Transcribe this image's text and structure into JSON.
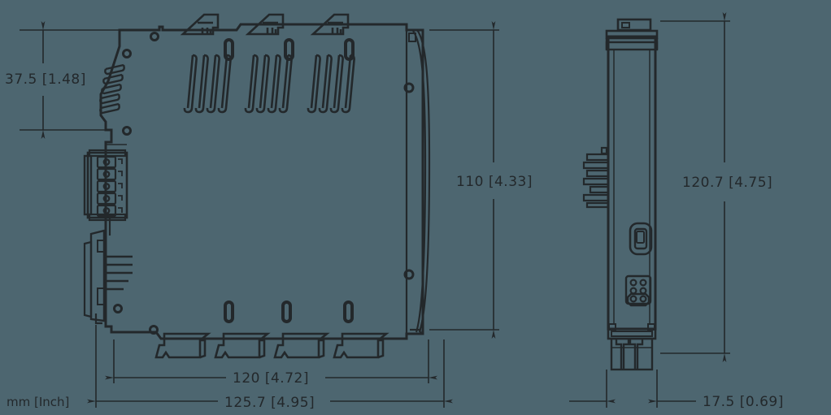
{
  "drawing": {
    "title": "Device Dimensional Drawing",
    "units_label": "mm [Inch]",
    "background_color": "#4d6670",
    "line_color": "#23282b",
    "views": [
      {
        "name": "front-view",
        "label": ""
      },
      {
        "name": "side-view",
        "label": ""
      }
    ]
  },
  "dimensions": {
    "front_top_height": "37.5 [1.48]",
    "front_body_height": "110 [4.33]",
    "front_inner_width": "120 [4.72]",
    "front_total_width": "125.7 [4.95]",
    "side_height": "120.7 [4.75]",
    "side_width": "17.5 [0.69]"
  },
  "features": {
    "top_terminal_count": 3,
    "top_slot_count": 3,
    "vent_group_count": 3,
    "vent_slots_per_group": 4,
    "bottom_terminal_count": 4,
    "bottom_slot_count": 3,
    "left_terminal_block_positions": 5,
    "din_clip_fins": 5,
    "side_fin_count": 7,
    "side_pin_rows": 3,
    "side_pin_cols": 2,
    "side_bottom_segments": 3
  }
}
